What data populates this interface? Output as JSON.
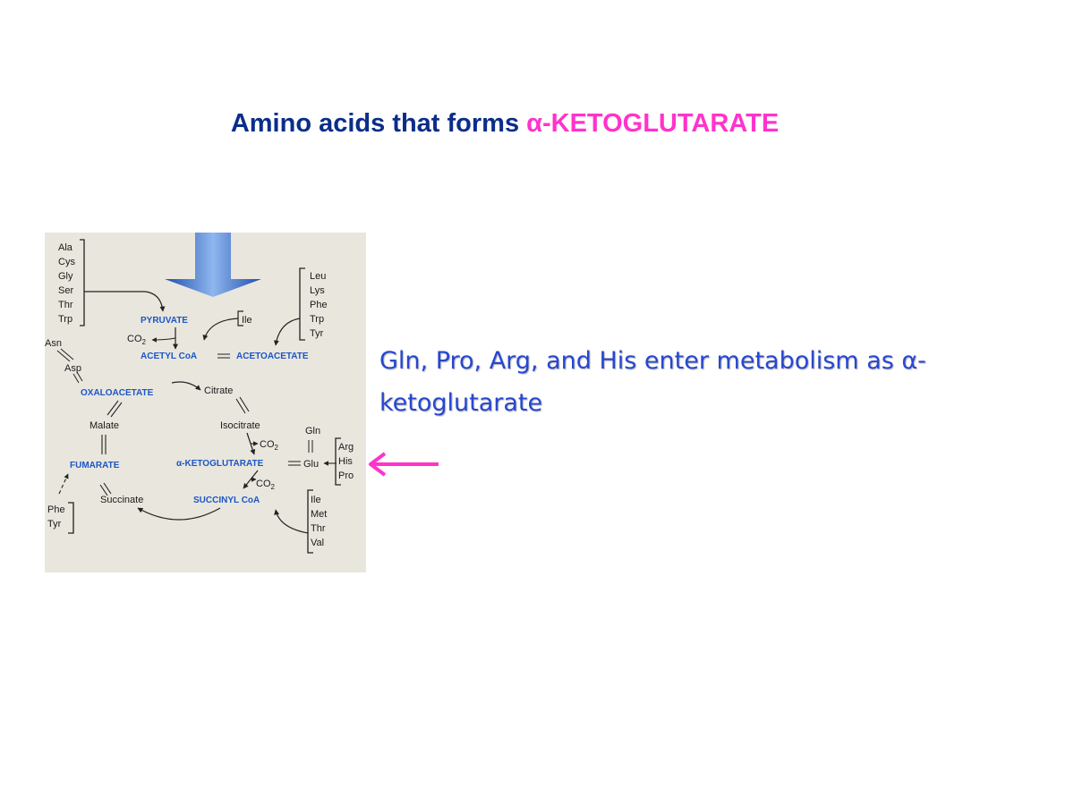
{
  "title": {
    "prefix": "Amino acids that forms ",
    "highlight": "α-KETOGLUTARATE",
    "color": "#0b2d8a",
    "highlight_color": "#ff33cc"
  },
  "caption": {
    "line1": "Gln, Pro, Arg, and His enter metabolism as α-",
    "line2": "ketoglutarate",
    "color": "#2747d0"
  },
  "pointer": {
    "icon": "left-arrow-icon",
    "color": "#ff33cc"
  },
  "diagram": {
    "background": "#e9e6de",
    "key_color": "#1b56c6",
    "group_pyruvate": [
      "Ala",
      "Cys",
      "Gly",
      "Ser",
      "Thr",
      "Trp"
    ],
    "group_acetyl": [
      "Leu",
      "Lys",
      "Phe",
      "Trp",
      "Tyr"
    ],
    "group_akg": [
      "Arg",
      "His",
      "Pro"
    ],
    "group_succinyl": [
      "Ile",
      "Met",
      "Thr",
      "Val"
    ],
    "group_fumarate": [
      "Phe",
      "Tyr"
    ],
    "labels": {
      "pyruvate": "PYRUVATE",
      "ile": "Ile",
      "co2": "CO",
      "co2_sub": "2",
      "acetyl_coa": "ACETYL CoA",
      "acetoacetate": "ACETOACETATE",
      "asn": "Asn",
      "asp": "Asp",
      "oxaloacetate": "OXALOACETATE",
      "citrate": "Citrate",
      "malate": "Malate",
      "isocitrate": "Isocitrate",
      "gln": "Gln",
      "fumarate": "FUMARATE",
      "akg": "α-KETOGLUTARATE",
      "glu": "Glu",
      "succinate": "Succinate",
      "succinyl_coa": "SUCCINYL CoA"
    }
  }
}
